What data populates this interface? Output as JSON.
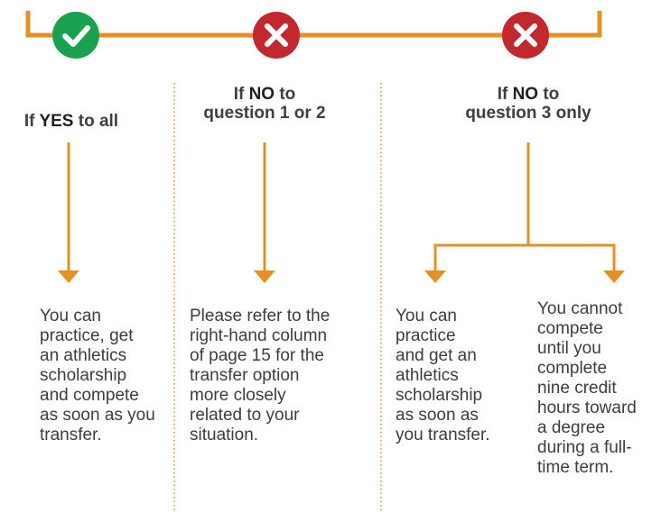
{
  "colors": {
    "line": "#e39123",
    "yes_badge": "#1aa150",
    "no_badge": "#c1292e",
    "divider": "#e39123",
    "text": "#3d3d3d"
  },
  "badges": [
    {
      "status": "yes",
      "icon": "check-icon"
    },
    {
      "status": "no",
      "icon": "x-icon"
    },
    {
      "status": "no",
      "icon": "x-icon"
    }
  ],
  "columns": {
    "yes_all": {
      "heading": {
        "prefix": "If ",
        "emphasis": "YES",
        "suffix": " to all"
      },
      "outcome": [
        "You can",
        "practice, get",
        "an athletics",
        "scholarship",
        "and compete",
        "as soon as you",
        "transfer."
      ]
    },
    "no_1_2": {
      "heading": {
        "line1_prefix": "If ",
        "line1_emphasis": "NO",
        "line1_suffix": " to",
        "line2": "question 1 or 2"
      },
      "outcome": [
        "Please refer to the",
        "right-hand column",
        "of page 15 for the",
        "transfer option",
        "more closely",
        "related to your",
        "situation."
      ]
    },
    "no_3": {
      "heading": {
        "line1_prefix": "If ",
        "line1_emphasis": "NO",
        "line1_suffix": " to",
        "line2": "question 3 only"
      },
      "outcome_left": [
        "You can",
        "practice",
        "and get an",
        "athletics",
        "scholarship",
        "as soon as",
        "you transfer."
      ],
      "outcome_right": [
        "You cannot",
        "compete",
        "until you",
        "complete",
        "nine credit",
        "hours toward",
        "a degree",
        "during a full-",
        "time term."
      ]
    }
  }
}
